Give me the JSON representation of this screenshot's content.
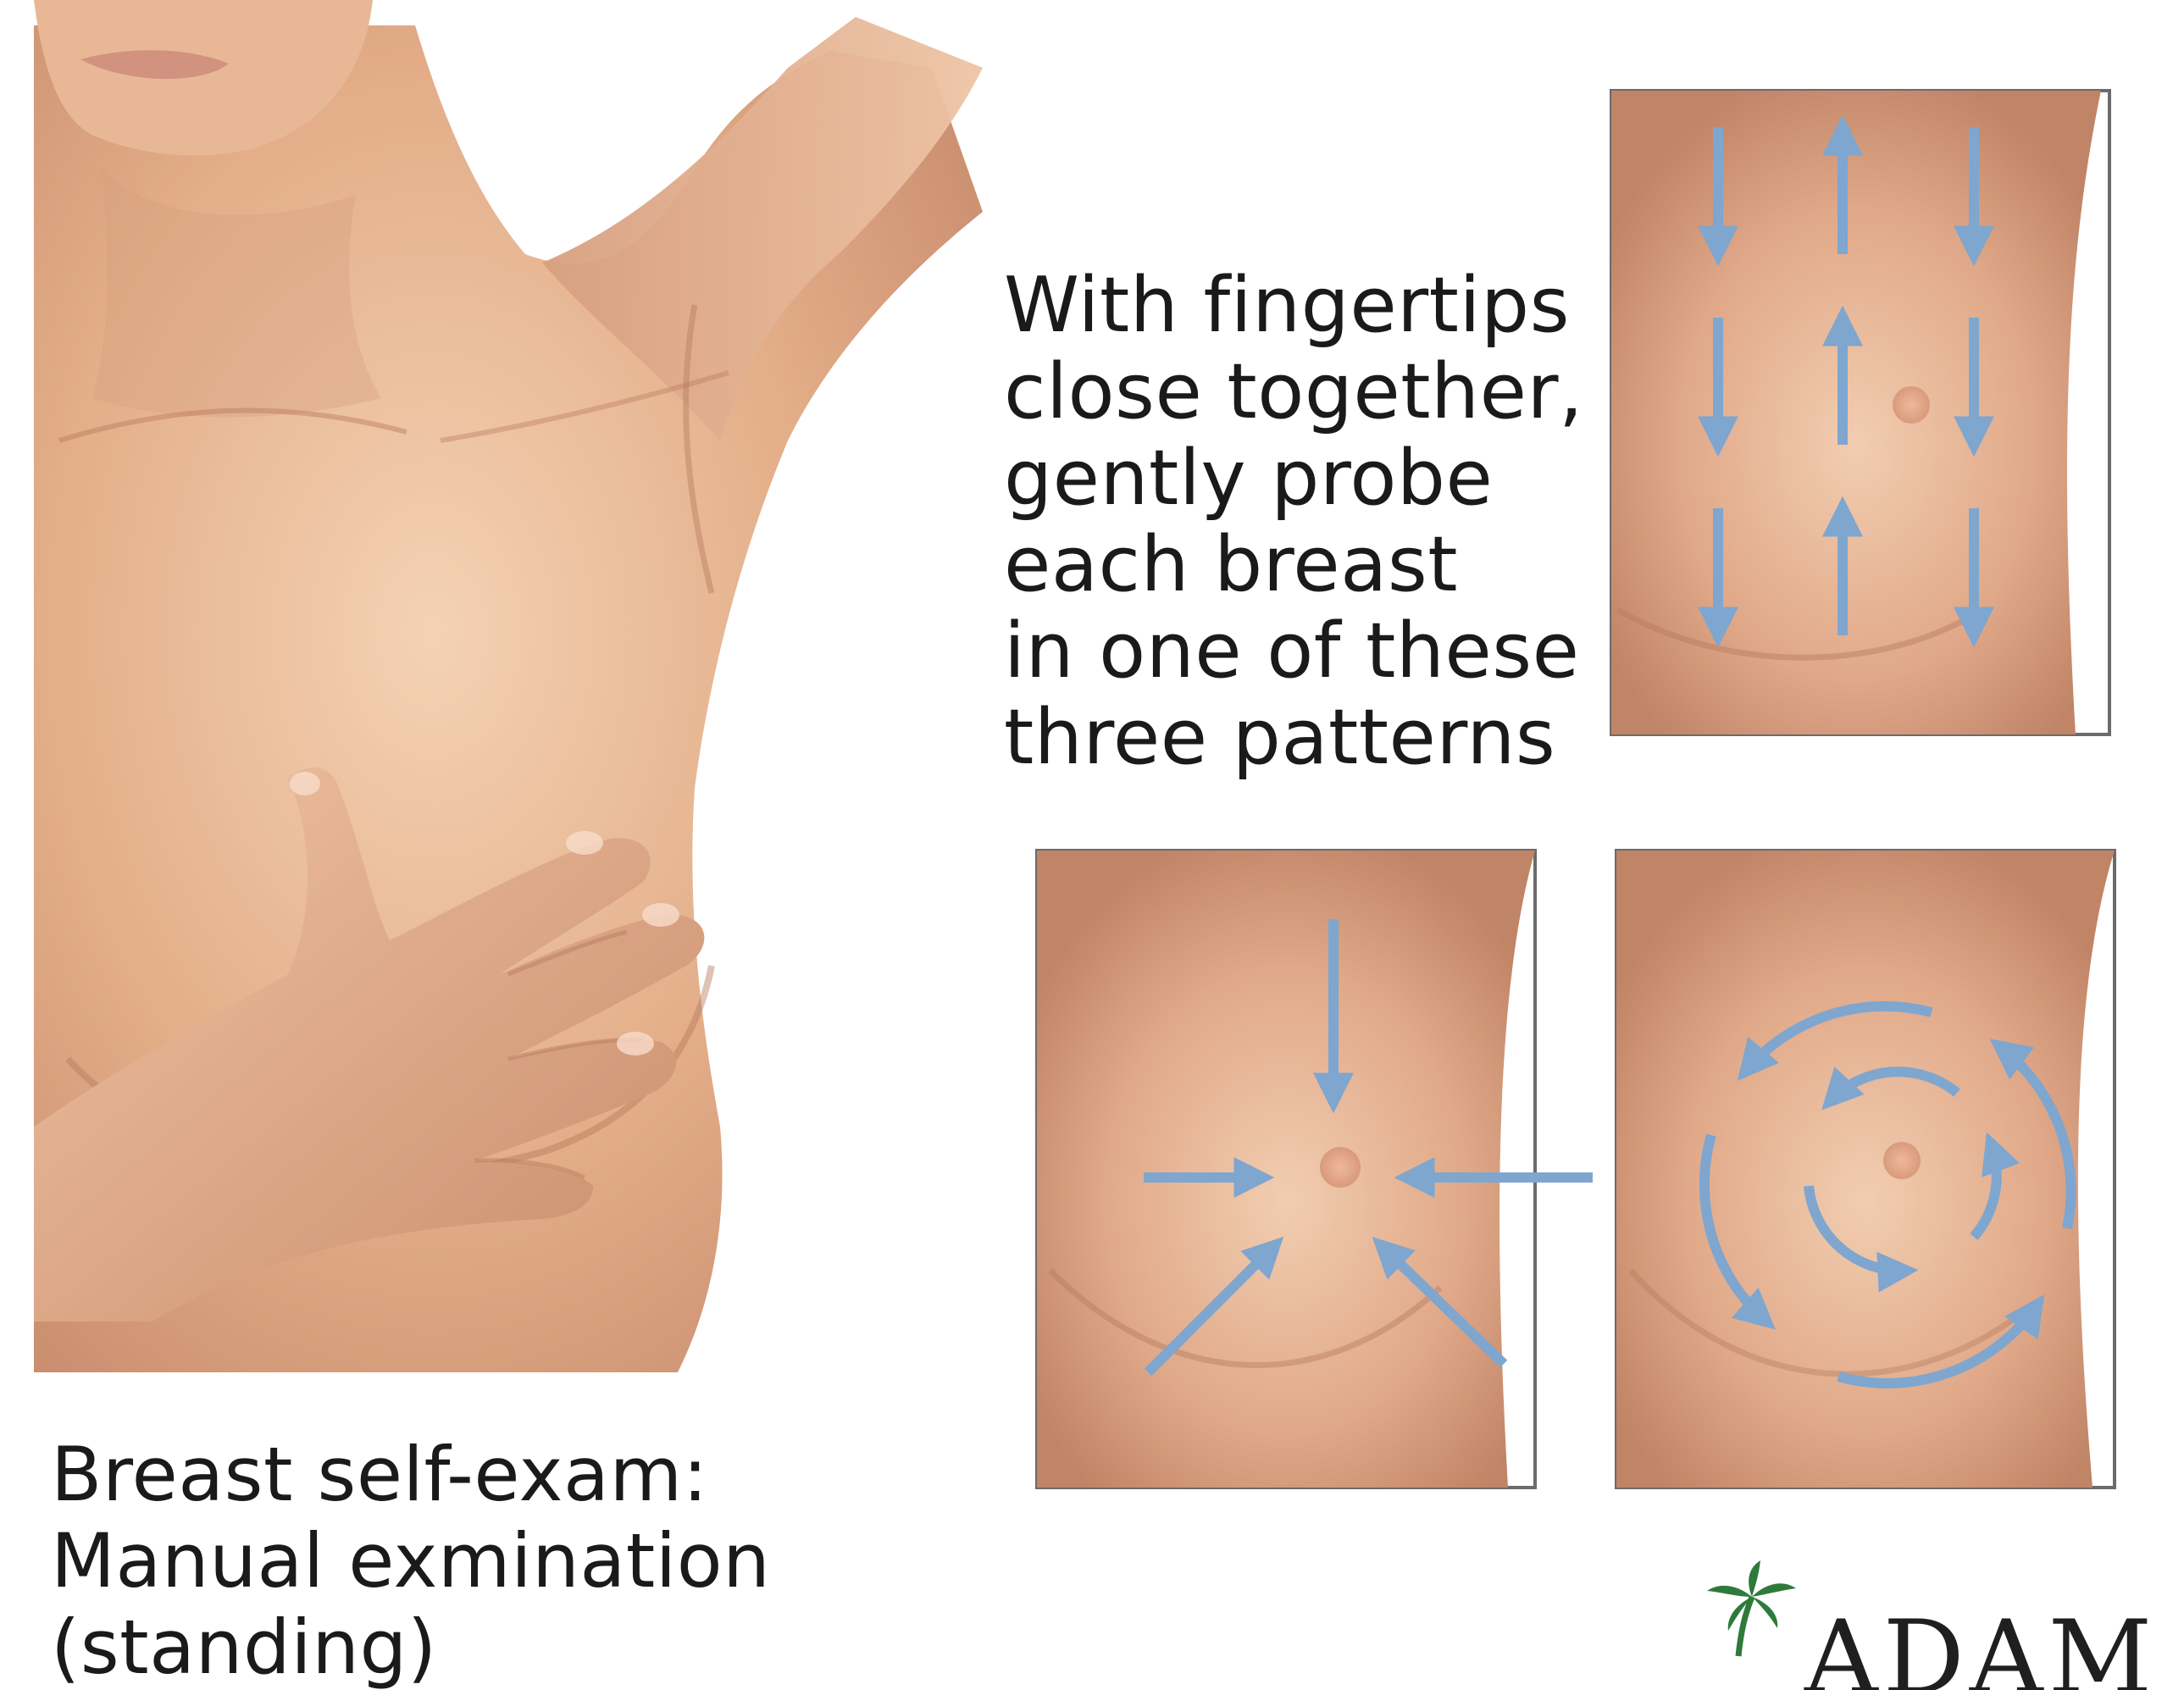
{
  "instruction": {
    "lines": [
      "With fingertips",
      "close together,",
      "gently probe",
      "each breast",
      "in one of these",
      "three patterns"
    ]
  },
  "caption": {
    "lines": [
      "Breast self-exam:",
      "Manual exmination",
      "(standing)"
    ]
  },
  "logo": {
    "text": "ADAM"
  },
  "colors": {
    "skin_light": "#f0c8a8",
    "skin_mid": "#d9a27c",
    "skin_shadow": "#b7795a",
    "arrow_blue": "#8fb4d8",
    "arrow_dark": "#4f7fae",
    "panel_border": "#6b6b6b",
    "palm_green": "#2e7a3a"
  },
  "patterns": [
    "vertical-strip-pattern",
    "radial-wedge-pattern",
    "circular-pattern"
  ]
}
